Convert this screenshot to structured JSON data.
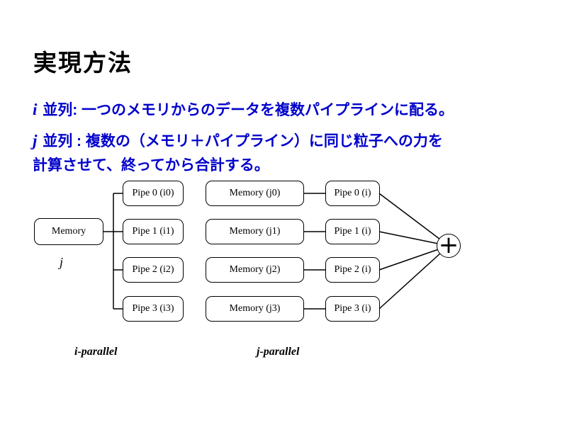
{
  "slide": {
    "title": "実現方法",
    "body_lines": [
      {
        "prefix": "i",
        "text": " 並列: 一つのメモリからのデータを複数パイプラインに配る。"
      },
      {
        "prefix": "j",
        "text": " 並列 : 複数の（メモリ＋パイプライン）に同じ粒子への力を"
      },
      {
        "prefix": "",
        "text": "計算させて、終ってから合計する。"
      }
    ]
  },
  "diagram": {
    "i_parallel": {
      "memory_label": "Memory",
      "memory_index_label": "j",
      "pipes": [
        "Pipe 0 (i0)",
        "Pipe 1 (i1)",
        "Pipe 2 (i2)",
        "Pipe 3 (i3)"
      ],
      "caption": "i-parallel"
    },
    "j_parallel": {
      "memories": [
        "Memory (j0)",
        "Memory (j1)",
        "Memory (j2)",
        "Memory (j3)"
      ],
      "pipes": [
        "Pipe 0 (i)",
        "Pipe 1 (i)",
        "Pipe 2 (i)",
        "Pipe 3 (i)"
      ],
      "adder_symbol": "+",
      "caption": "j-parallel"
    }
  },
  "colors": {
    "body_text": "#0000CC",
    "diagram_stroke": "#000000"
  }
}
